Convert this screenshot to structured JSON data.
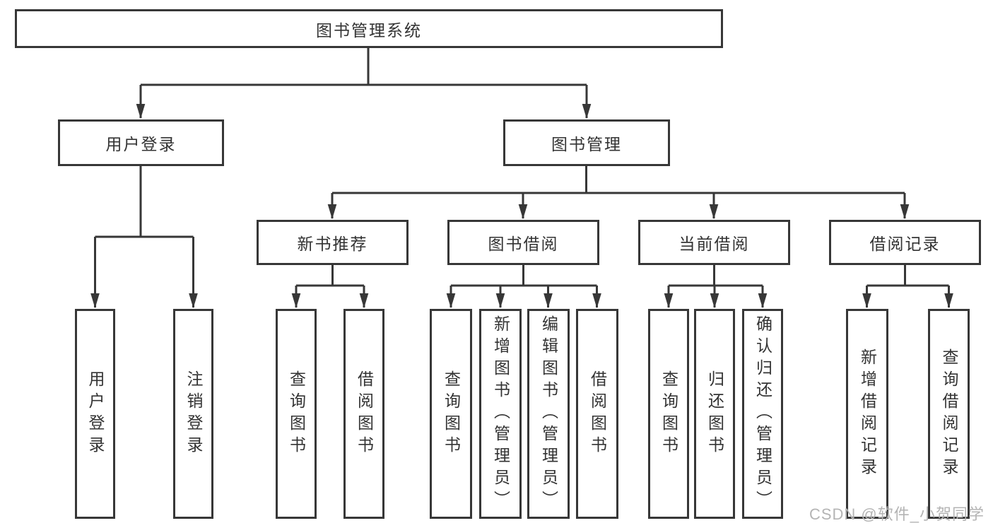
{
  "tree": {
    "root": {
      "label": "图书管理系统"
    },
    "children": [
      {
        "label": "用户登录",
        "children": [
          {
            "label": "用户登录"
          },
          {
            "label": "注销登录"
          }
        ]
      },
      {
        "label": "图书管理",
        "children": [
          {
            "label": "新书推荐",
            "children": [
              {
                "label": "查询图书"
              },
              {
                "label": "借阅图书"
              }
            ]
          },
          {
            "label": "图书借阅",
            "children": [
              {
                "label": "查询图书"
              },
              {
                "label": "新增图书（管理员）"
              },
              {
                "label": "编辑图书（管理员）"
              },
              {
                "label": "借阅图书"
              }
            ]
          },
          {
            "label": "当前借阅",
            "children": [
              {
                "label": "查询图书"
              },
              {
                "label": "归还图书"
              },
              {
                "label": "确认归还（管理员）"
              }
            ]
          },
          {
            "label": "借阅记录",
            "children": [
              {
                "label": "新增借阅记录"
              },
              {
                "label": "查询借阅记录"
              }
            ]
          }
        ]
      }
    ]
  },
  "watermark": {
    "text": "CSDN @软件_小贺同学"
  },
  "colors": {
    "line": "#373737",
    "box_border": "#373737",
    "text": "#333333",
    "watermark": "#b4b4b4",
    "background": "#ffffff"
  }
}
